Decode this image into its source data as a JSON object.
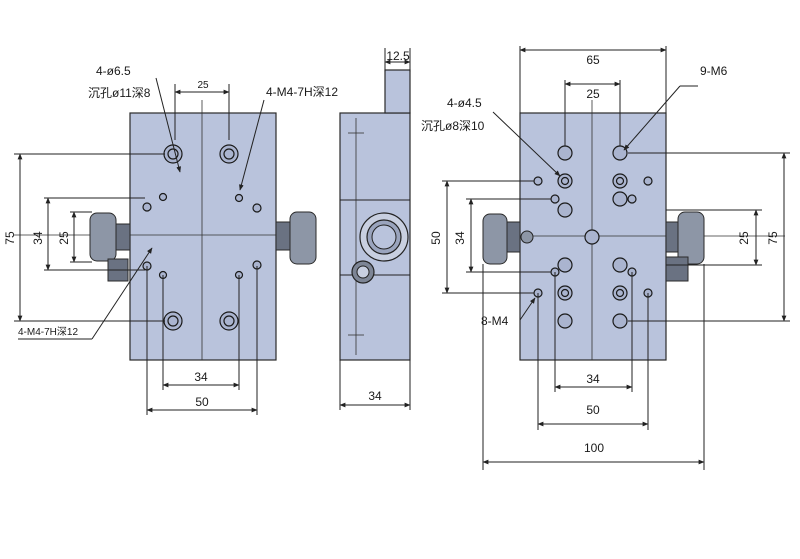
{
  "left_view": {
    "callout_counterbore": "4-ø6.5",
    "callout_counterbore_depth": "沉孔ø11深8",
    "callout_tapped_top": "4-M4-7H深12",
    "callout_tapped_bottom": "4-M4-7H深12",
    "dim_top": "25",
    "dim_height_outer": "75",
    "dim_height_mid": "34",
    "dim_height_inner": "25",
    "dim_bottom_inner": "34",
    "dim_bottom_outer": "50"
  },
  "side_view": {
    "dim_top": "12.5",
    "dim_bottom": "34"
  },
  "right_view": {
    "callout_mounting": "9-M6",
    "callout_counterbore": "4-ø4.5",
    "callout_counterbore_depth": "沉孔ø8深10",
    "callout_tapped": "8-M4",
    "dim_top_outer": "65",
    "dim_top_inner": "25",
    "dim_left_outer": "50",
    "dim_left_inner": "34",
    "dim_right_inner": "25",
    "dim_right_outer": "75",
    "dim_bottom_inner": "34",
    "dim_bottom_mid": "50",
    "dim_bottom_outer": "100"
  }
}
